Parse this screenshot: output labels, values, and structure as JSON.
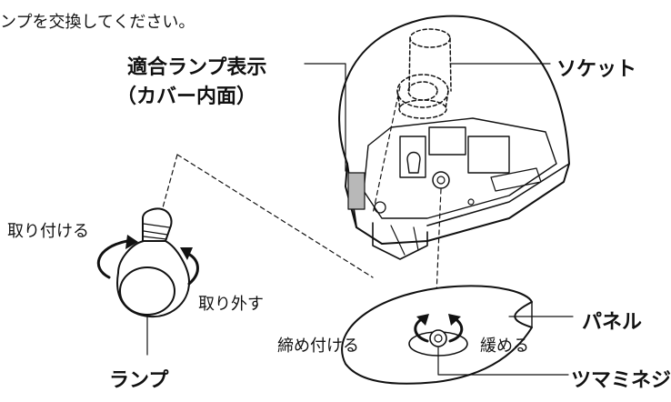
{
  "instruction_fragment": "ンプを交換してください。",
  "labels": {
    "compatible_lamp_display_line1": "適合ランプ表示",
    "compatible_lamp_display_line2": "（カバー内面）",
    "socket": "ソケット",
    "attach": "取り付ける",
    "remove": "取り外す",
    "lamp": "ランプ",
    "panel": "パネル",
    "tighten": "締め付ける",
    "loosen": "緩める",
    "thumb_screw": "ツマミネジ"
  }
}
